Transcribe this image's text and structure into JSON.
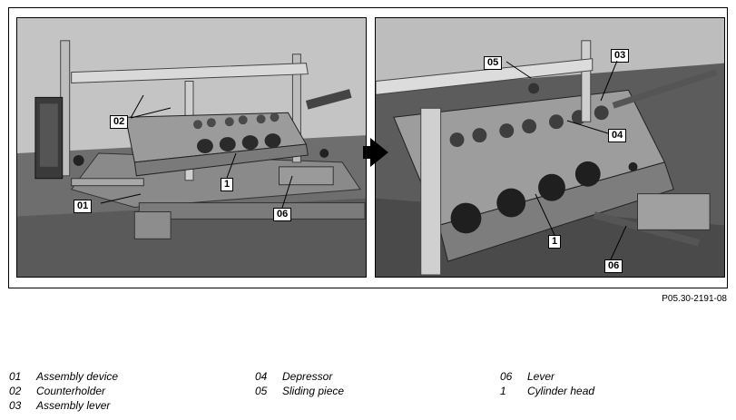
{
  "figure": {
    "code": "P05.30-2191-08",
    "left_callouts": [
      "02",
      "1",
      "01",
      "06"
    ],
    "right_callouts": [
      "05",
      "03",
      "04",
      "1",
      "06"
    ]
  },
  "legend": [
    {
      "num": "01",
      "label": "Assembly device"
    },
    {
      "num": "02",
      "label": "Counterholder"
    },
    {
      "num": "03",
      "label": "Assembly lever"
    },
    {
      "num": "04",
      "label": "Depressor"
    },
    {
      "num": "05",
      "label": "Sliding piece"
    },
    {
      "num": "06",
      "label": "Lever"
    },
    {
      "num": "1",
      "label": "Cylinder head"
    }
  ]
}
